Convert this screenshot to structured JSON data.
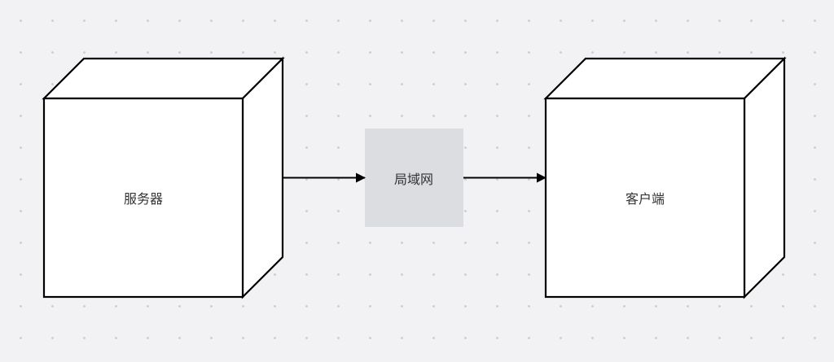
{
  "diagram": {
    "nodes": [
      {
        "id": "server",
        "label": "服务器",
        "shape": "cube"
      },
      {
        "id": "lan",
        "label": "局域网",
        "shape": "rectangle"
      },
      {
        "id": "client",
        "label": "客户端",
        "shape": "cube"
      }
    ],
    "edges": [
      {
        "from": "server",
        "to": "lan"
      },
      {
        "from": "lan",
        "to": "client"
      }
    ],
    "colors": {
      "background": "#f2f2f4",
      "grid_dot": "#cfcfd2",
      "cube_fill": "#ffffff",
      "stroke": "#000000",
      "lan_fill": "#dcdde0",
      "text": "#333333"
    }
  }
}
